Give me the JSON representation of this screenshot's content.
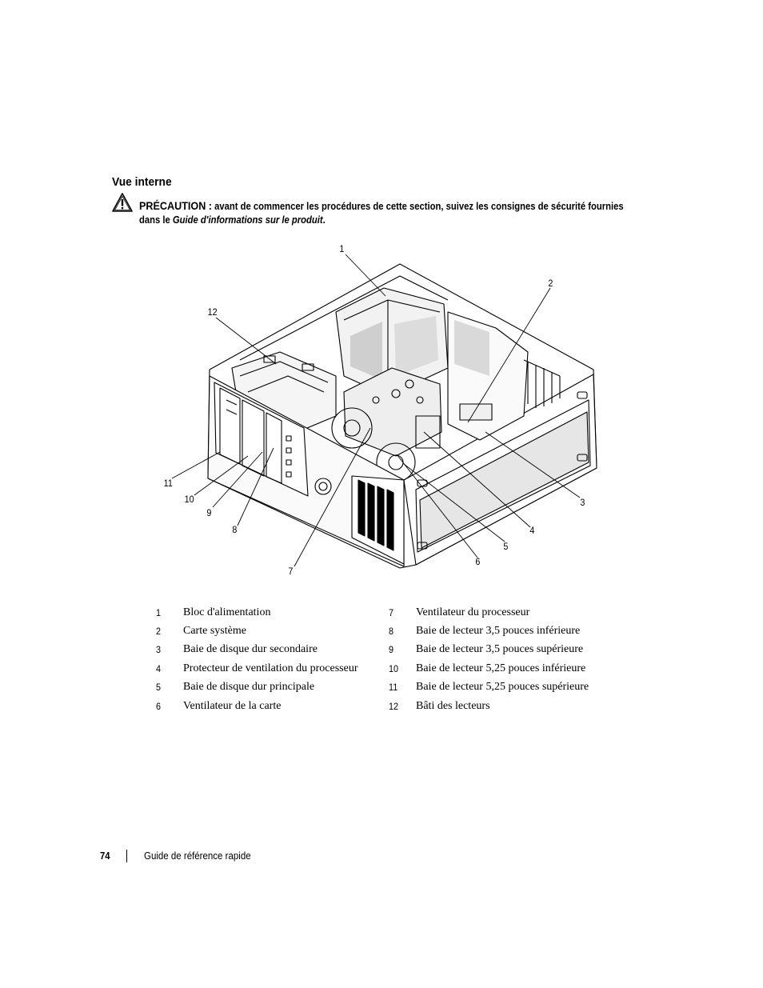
{
  "section": {
    "title": "Vue interne"
  },
  "caution": {
    "icon": "warning-triangle-icon",
    "lead": "PRÉCAUTION :",
    "body": " avant de commencer les procédures de cette section, suivez les consignes de sécurité fournies dans le ",
    "reference": "Guide d'informations sur le produit",
    "end": "."
  },
  "figure": {
    "callouts": [
      "1",
      "2",
      "3",
      "4",
      "5",
      "6",
      "7",
      "8",
      "9",
      "10",
      "11",
      "12"
    ]
  },
  "legend": [
    {
      "num": "1",
      "label": "Bloc d'alimentation"
    },
    {
      "num": "2",
      "label": "Carte système"
    },
    {
      "num": "3",
      "label": "Baie de disque dur secondaire"
    },
    {
      "num": "4",
      "label": "Protecteur de ventilation du processeur"
    },
    {
      "num": "5",
      "label": "Baie de disque dur principale"
    },
    {
      "num": "6",
      "label": "Ventilateur de la carte"
    },
    {
      "num": "7",
      "label": "Ventilateur du processeur"
    },
    {
      "num": "8",
      "label": "Baie de lecteur 3,5 pouces inférieure"
    },
    {
      "num": "9",
      "label": "Baie de lecteur 3,5 pouces supérieure"
    },
    {
      "num": "10",
      "label": "Baie de lecteur 5,25 pouces inférieure"
    },
    {
      "num": "11",
      "label": "Baie de lecteur 5,25 pouces supérieure"
    },
    {
      "num": "12",
      "label": "Bâti des lecteurs"
    }
  ],
  "footer": {
    "page_number": "74",
    "title": "Guide de référence rapide"
  }
}
